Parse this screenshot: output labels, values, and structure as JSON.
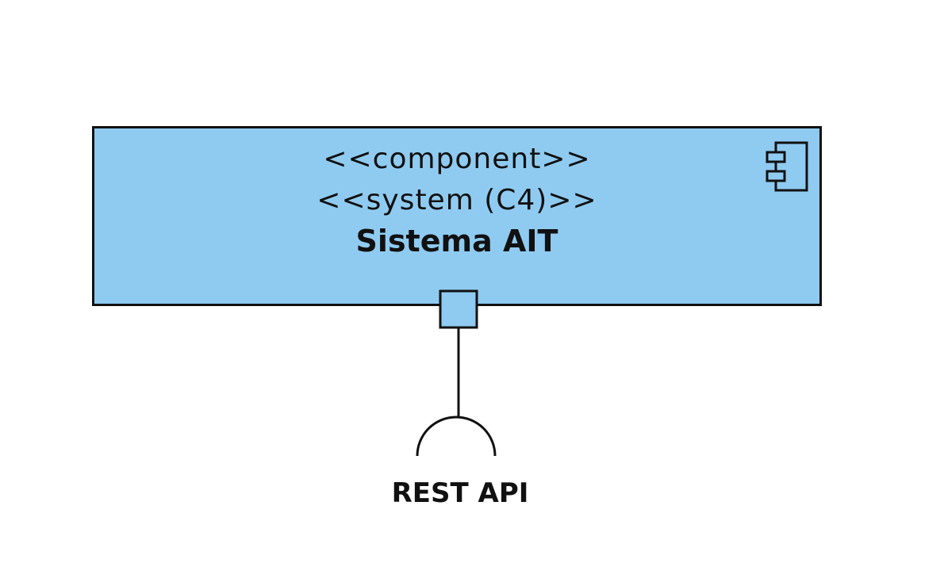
{
  "component": {
    "stereotype_component": "<<component>>",
    "stereotype_system": "<<system (C4)>>",
    "name": "Sistema AIT",
    "icon": "uml-component-icon"
  },
  "interface": {
    "label": "REST API",
    "icon": "required-interface-socket"
  },
  "colors": {
    "component_fill": "#8fcbf1",
    "stroke": "#111111",
    "background": "#ffffff"
  }
}
